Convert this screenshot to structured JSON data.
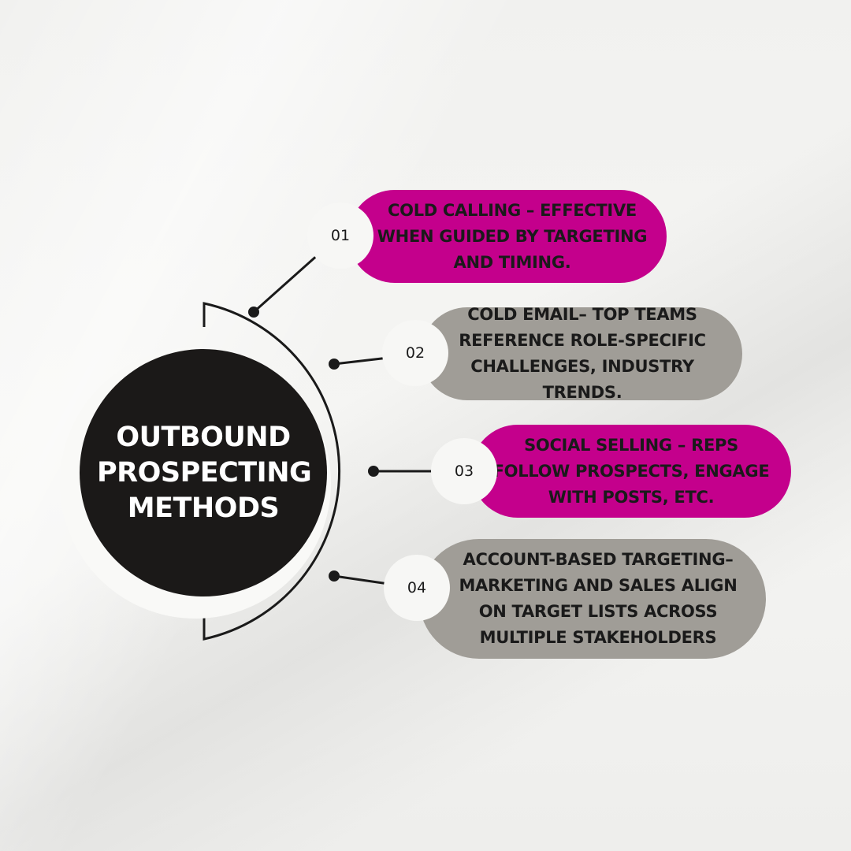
{
  "title": "OUTBOUND PROSPECTING METHODS",
  "colors": {
    "magenta": "#c4008c",
    "gray": "#a09d97",
    "hub": "#1b1918",
    "line": "#1a1a1a"
  },
  "items": [
    {
      "number": "01",
      "text": "COLD CALLING – EFFECTIVE WHEN GUIDED BY TARGETING AND TIMING.",
      "color": "magenta"
    },
    {
      "number": "02",
      "text": "COLD EMAIL– TOP TEAMS REFERENCE ROLE-SPECIFIC CHALLENGES, INDUSTRY TRENDS.",
      "color": "gray"
    },
    {
      "number": "03",
      "text": "SOCIAL SELLING – REPS FOLLOW PROSPECTS, ENGAGE WITH POSTS, ETC.",
      "color": "magenta"
    },
    {
      "number": "04",
      "text": "ACCOUNT-BASED TARGETING– MARKETING AND SALES ALIGN ON TARGET LISTS ACROSS MULTIPLE STAKEHOLDERS",
      "color": "gray"
    }
  ]
}
